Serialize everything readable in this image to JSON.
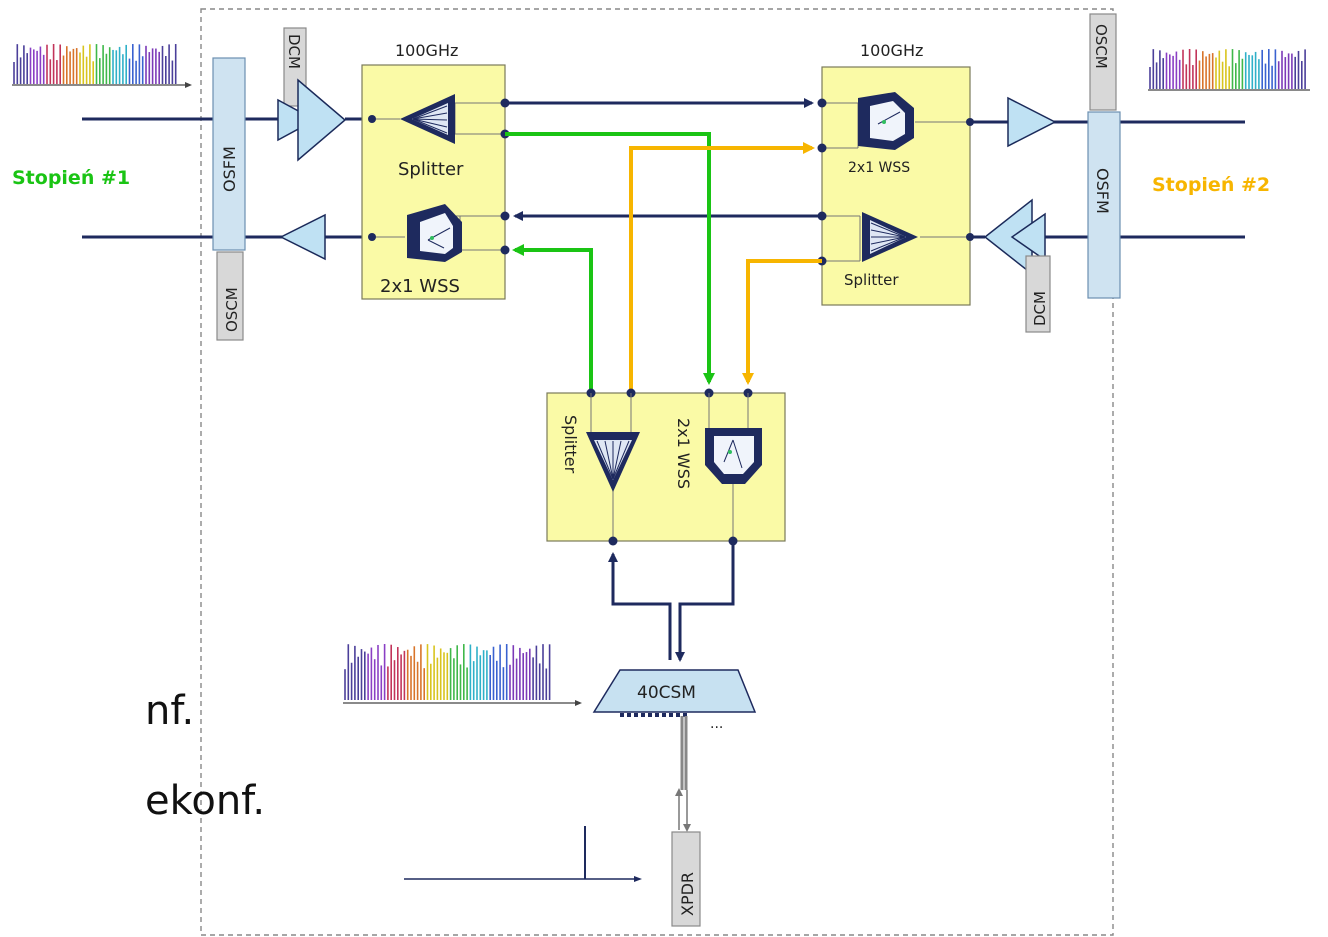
{
  "labels": {
    "degree1": "Stopień #1",
    "degree2": "Stopień #2",
    "ghz_left": "100GHz",
    "ghz_right": "100GHz",
    "splitter_tl": "Splitter",
    "wss_tl": "2x1 WSS",
    "wss_tr": "2x1 WSS",
    "splitter_tr": "Splitter",
    "splitter_mid": "Splitter",
    "wss_mid": "2x1 WSS",
    "osfm_left": "OSFM",
    "oscm_left": "OSCM",
    "dcm_left": "DCM",
    "oscm_right": "OSCM",
    "osfm_right": "OSFM",
    "dcm_right": "DCM",
    "mux": "40CSM",
    "mux_more": "...",
    "xpdr": "XPDR",
    "cut_text_1": "nf.",
    "cut_text_2": "ekonf."
  },
  "colors": {
    "green_path": "#1ac414",
    "orange_path": "#f7b500",
    "navy_path": "#1e2a5e",
    "yellow_box": "#fafaa6",
    "blue_box": "#cfe3f1"
  }
}
